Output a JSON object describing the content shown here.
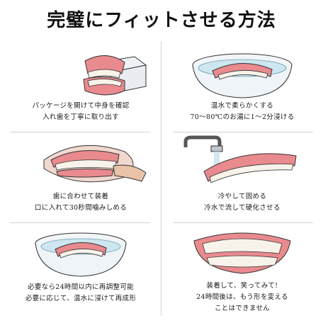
{
  "title": "完璧にフィットさせる方法",
  "steps": [
    {
      "line1": "パッケージを開けて中身を確認",
      "line2": "入れ歯を丁寧に取り出す"
    },
    {
      "line1": "温水で柔らかくする",
      "line2": "70〜80℃のお湯に1〜2分浸ける"
    },
    {
      "line1": "歯に合わせて装着",
      "line2": "口に入れて30秒間噛みしめる"
    },
    {
      "line1": "冷やして固める",
      "line2": "冷水で流して硬化させる"
    },
    {
      "line1": "必要なら24時間以内に再調整可能",
      "line2": "必要に応じて、温水に浸けて再成形"
    },
    {
      "line1": "装着して、笑ってみて!",
      "line2": "24時間後は、もう形を変える",
      "line3": "ことはできません"
    }
  ],
  "colors": {
    "gum": "#e98a8e",
    "gum_light": "#f4b6b5",
    "tooth": "#f7f3ea",
    "water": "#cde6ef",
    "bowl": "#f2f6f8"
  }
}
